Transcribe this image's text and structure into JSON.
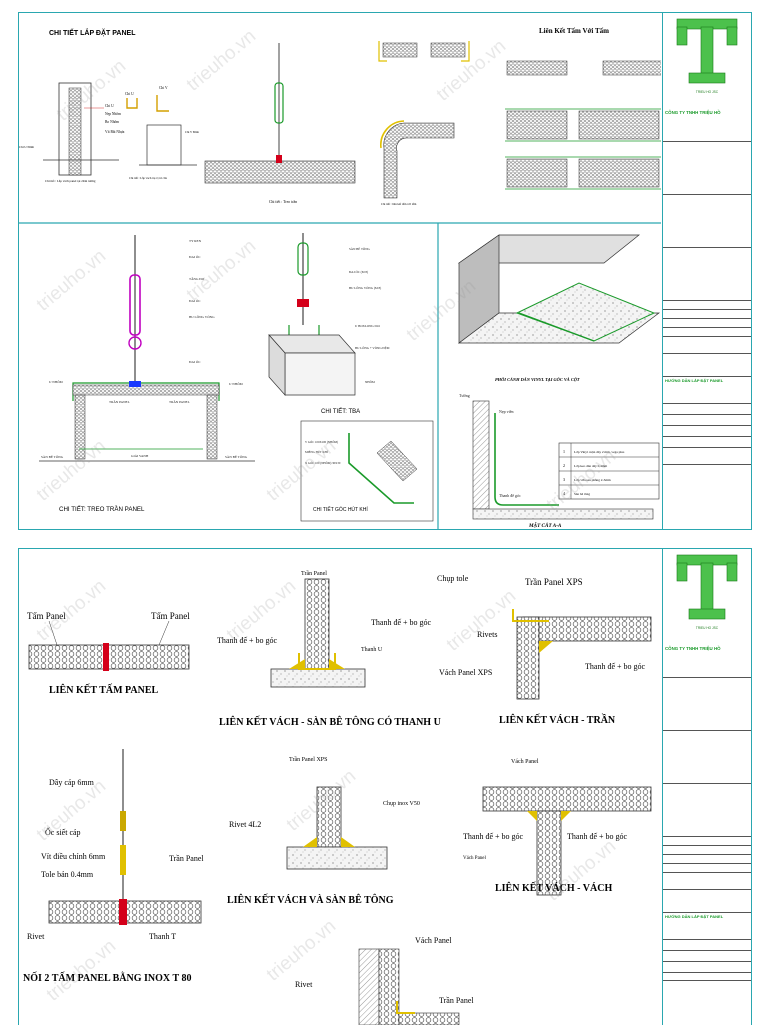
{
  "watermark": "trieuho.vn",
  "colors": {
    "frame": "#2aa7b0",
    "accent": "#1a9a2a",
    "yellow": "#f2e600",
    "red": "#d4001a",
    "magenta": "#c000c0"
  },
  "titleblock": {
    "company": "CÔNG TY TNHH TRIỆU HỒ",
    "logo_caption": "TRIEU HO JSC",
    "drawing_title": "HƯỚNG DẪN LẮP ĐẶT PANEL"
  },
  "sheet1": {
    "title_left": "CHI TIẾT LẮP ĐẶT PANEL",
    "title_right": "Liên Kết Tấm Với Tấm",
    "labels_top_left": [
      "Chi U",
      "Chi V",
      "Chi U",
      "Nẹp Nhôm",
      "Bo Nhôm",
      "Vít Bắt Nhựa",
      "Chi U Đỉnh",
      "Chi V Đỉnh"
    ],
    "caption_a": "Chi tiết : Treo trần",
    "caption_b": "Chi tiết : Lắp vách trụ vị trí cửa",
    "caption_c": "Chi tiết : Lắp vách panel tại chân tường",
    "caption_d": "Chi tiết : liên kết tấm với tấm",
    "treo_labels": [
      "TY REN",
      "ĐAI ỐC",
      "TĂNG ĐƠ",
      "ĐAI ỐC",
      "BU LÔNG VÒNG",
      "ĐAI ỐC",
      "U NHÔM",
      "U NHÔM",
      "TRẦN PANEL",
      "TRẦN PANEL",
      "VÁCH PANEL",
      "VÁCH PANEL",
      "SÀN BÊ TÔNG",
      "SÀN BÊ TÔNG",
      "GIẢI VANH",
      "Nẹp nhôm",
      "Thanh đế"
    ],
    "treo_caption": "CHI TIẾT: TREO TRẦN PANEL",
    "tba_labels": [
      "SÀN BÊ TÔNG",
      "ĐAI ỐC (M 8)",
      "BU LÔNG VÒNG (M 8)",
      "U BOXLONG D16",
      "BU LÔNG + VÒNG ĐỆM",
      "NHÔM"
    ],
    "tba_caption": "CHI TIẾT: TBA",
    "goc_labels": [
      "V GÓC 100X100 (NHÔM)",
      "MIẾNG HÚT KHÍ",
      "X GÓC 100 (NHÔM) 30X30"
    ],
    "goc_caption": "CHI TIẾT GÓC HÚT KHÍ",
    "vinyl_caption": "PHỐI CẢNH DÁN VINYL TẠI GÓC VÀ CỘT",
    "section_caption": "MẶT CẮT A-A",
    "section_labels": [
      "Tường",
      "Nẹp viền",
      "Thanh đế góc"
    ],
    "legend": [
      {
        "n": "1",
        "t": "Lớp Vinyl cuộn dày 2 mm, vega plus"
      },
      {
        "n": "2",
        "t": "Lớp keo dán dày 0,4mm"
      },
      {
        "n": "3",
        "t": "Lớp vữa san phẳng 2-3mm"
      },
      {
        "n": "4",
        "t": "Sàn bê tông"
      }
    ]
  },
  "sheet2": {
    "d1": {
      "labels": [
        "Tấm Panel",
        "Tấm Panel"
      ],
      "caption": "LIÊN KẾT TẤM PANEL"
    },
    "d2": {
      "labels": [
        "Trần Panel",
        "Thanh đế + bo góc",
        "Thanh đế + bo góc",
        "Thanh U"
      ],
      "caption": "LIÊN KẾT VÁCH - SÀN BÊ TÔNG CÓ THANH U"
    },
    "d3": {
      "labels": [
        "Chụp tole",
        "Trần Panel XPS",
        "Rivets",
        "Vách Panel XPS",
        "Thanh đế + bo góc"
      ],
      "caption": "LIÊN KẾT VÁCH - TRẦN"
    },
    "d4": {
      "labels": [
        "Dây cáp 6mm",
        "Ốc siết cáp",
        "Vít điều chỉnh 6mm",
        "Tole bản 0.4mm",
        "Trần Panel",
        "Rivet",
        "Thanh T"
      ],
      "caption": "NỐI 2 TẤM PANEL BẰNG INOX T 80"
    },
    "d5": {
      "labels": [
        "Trần Panel XPS",
        "Chụp inox V50",
        "Rivet 4L2"
      ],
      "caption": "LIÊN KẾT VÁCH VÀ SÀN BÊ TÔNG"
    },
    "d6": {
      "labels": [
        "Vách Panel",
        "Thanh đế + bo góc",
        "Thanh đế + bo góc",
        "Vách Panel"
      ],
      "caption": "LIÊN KẾT VÁCH - VÁCH"
    },
    "d7": {
      "labels": [
        "Vách Panel",
        "Rivet",
        "Trần Panel"
      ]
    }
  }
}
